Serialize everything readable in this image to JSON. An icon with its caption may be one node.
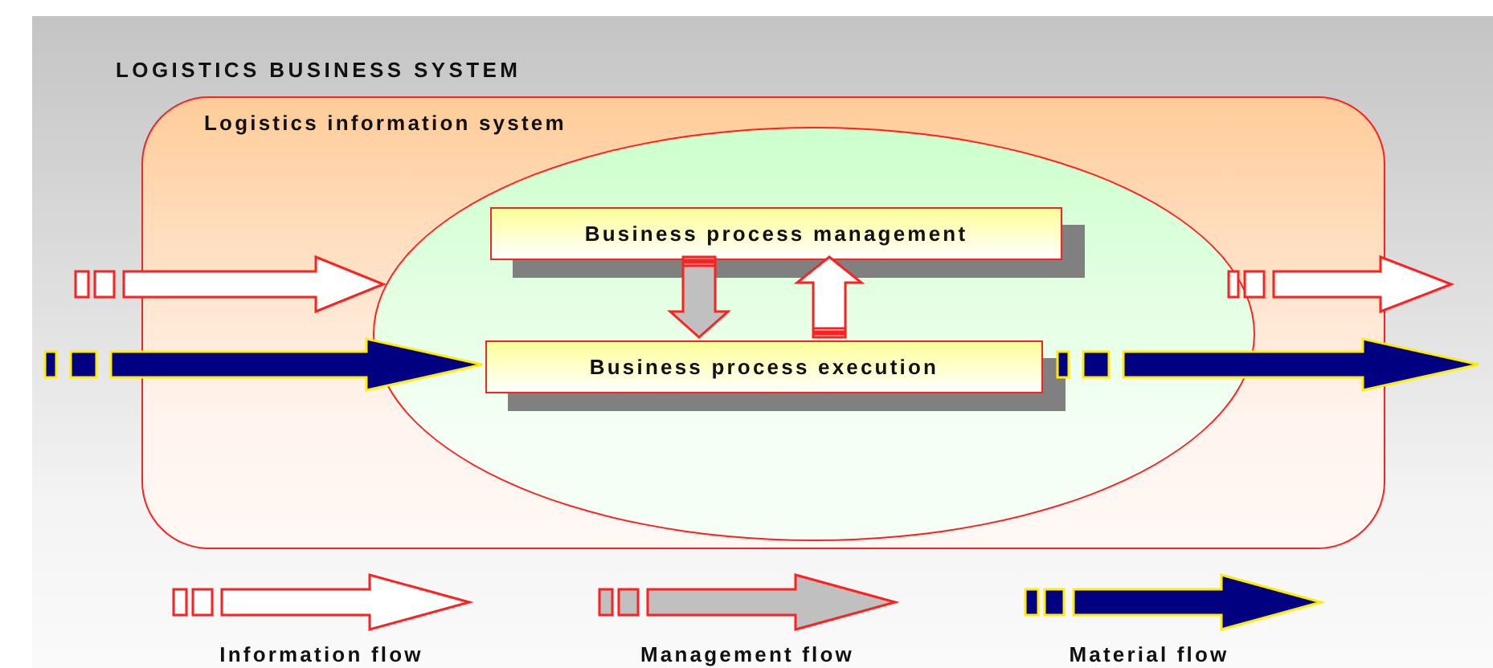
{
  "diagram": {
    "nodes": [
      {
        "text": [
          "LOGISTICS BUSINESS SYSTEM"
        ]
      },
      {
        "text": [
          "Logistics information system"
        ],
        "in": 0
      },
      {
        "text": [],
        "shape": "ellipse",
        "in": 1
      },
      {
        "text": [
          "Business process management"
        ],
        "in": 2
      },
      {
        "text": [
          "Business process execution"
        ],
        "in": 2
      }
    ],
    "edges": [
      {
        "from": null,
        "to": 2,
        "arrow": "to"
      },
      {
        "from": null,
        "to": 4,
        "arrow": "to",
        "color": "#000080"
      },
      {
        "from": 3,
        "to": 4,
        "arrow": "to",
        "color": "#c0c0c0"
      },
      {
        "from": 4,
        "to": 3,
        "arrow": "to"
      },
      {
        "from": 2,
        "to": null,
        "arrow": "to"
      },
      {
        "from": 4,
        "to": null,
        "arrow": "to",
        "color": "#000080"
      }
    ],
    "legend": [
      {
        "text": "Information flow"
      },
      {
        "text": "Management flow"
      },
      {
        "text": "Material flow"
      }
    ]
  }
}
